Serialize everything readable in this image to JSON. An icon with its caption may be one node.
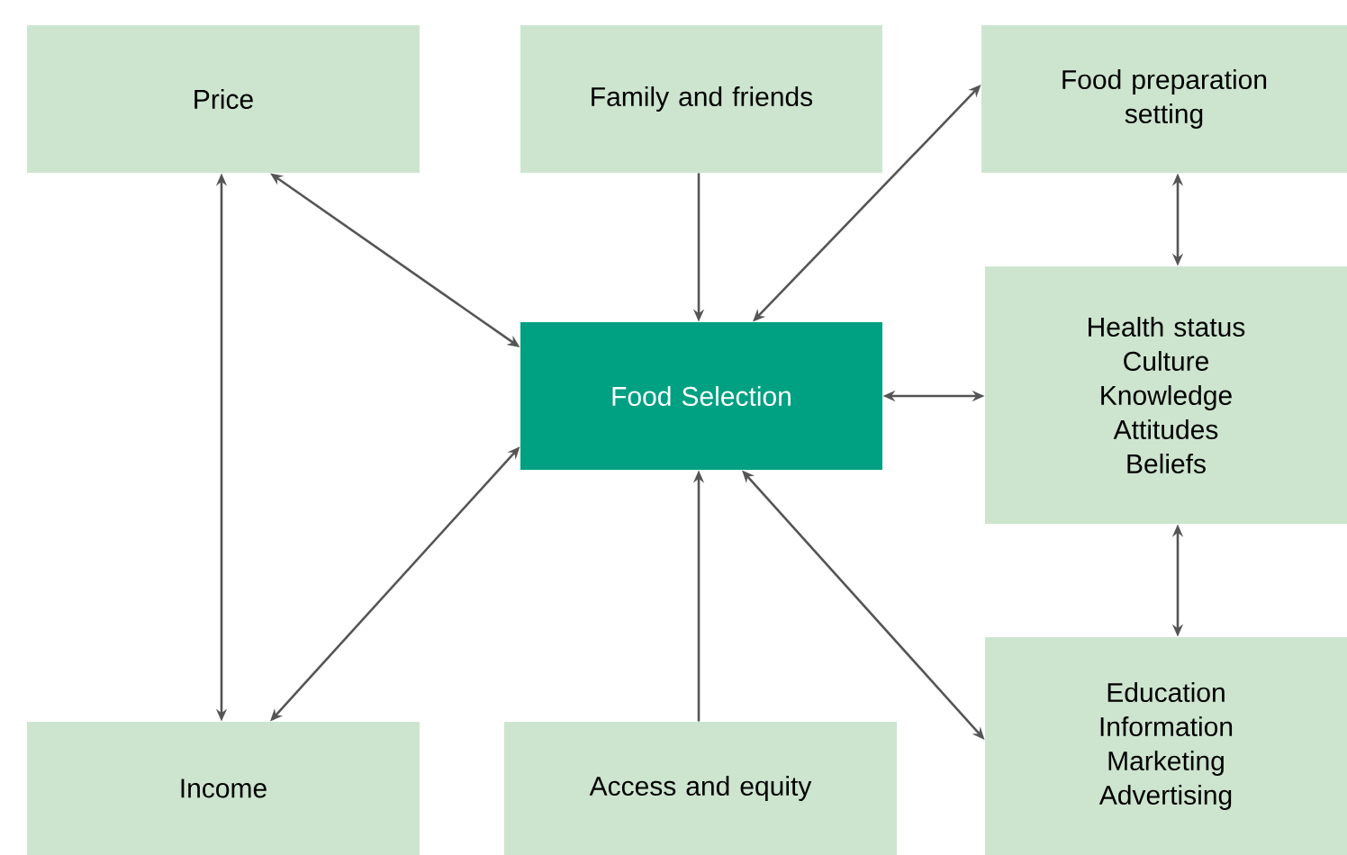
{
  "diagram": {
    "nodes": [
      {
        "text": [
          "Price"
        ]
      },
      {
        "text": [
          "Family and friends"
        ]
      },
      {
        "text": [
          "Food preparation setting"
        ]
      },
      {
        "text": [
          "Food Selection"
        ]
      },
      {
        "text": [
          "Health status",
          "Culture",
          "Knowledge",
          "Attitudes",
          "Beliefs"
        ]
      },
      {
        "text": [
          "Income"
        ]
      },
      {
        "text": [
          "Access and equity"
        ]
      },
      {
        "text": [
          "Education",
          "Information",
          "Marketing",
          "Advertising"
        ]
      }
    ],
    "edges": [
      {
        "from": 0,
        "to": 5,
        "arrow": "both"
      },
      {
        "from": 0,
        "to": 3,
        "arrow": "both"
      },
      {
        "from": 1,
        "to": 3,
        "arrow": "to"
      },
      {
        "from": 3,
        "to": 2,
        "arrow": "both"
      },
      {
        "from": 2,
        "to": 4,
        "arrow": "both"
      },
      {
        "from": 3,
        "to": 4,
        "arrow": "both"
      },
      {
        "from": 4,
        "to": 7,
        "arrow": "both"
      },
      {
        "from": 5,
        "to": 3,
        "arrow": "both"
      },
      {
        "from": 6,
        "to": 3,
        "arrow": "to"
      },
      {
        "from": 3,
        "to": 7,
        "arrow": "both"
      }
    ]
  }
}
